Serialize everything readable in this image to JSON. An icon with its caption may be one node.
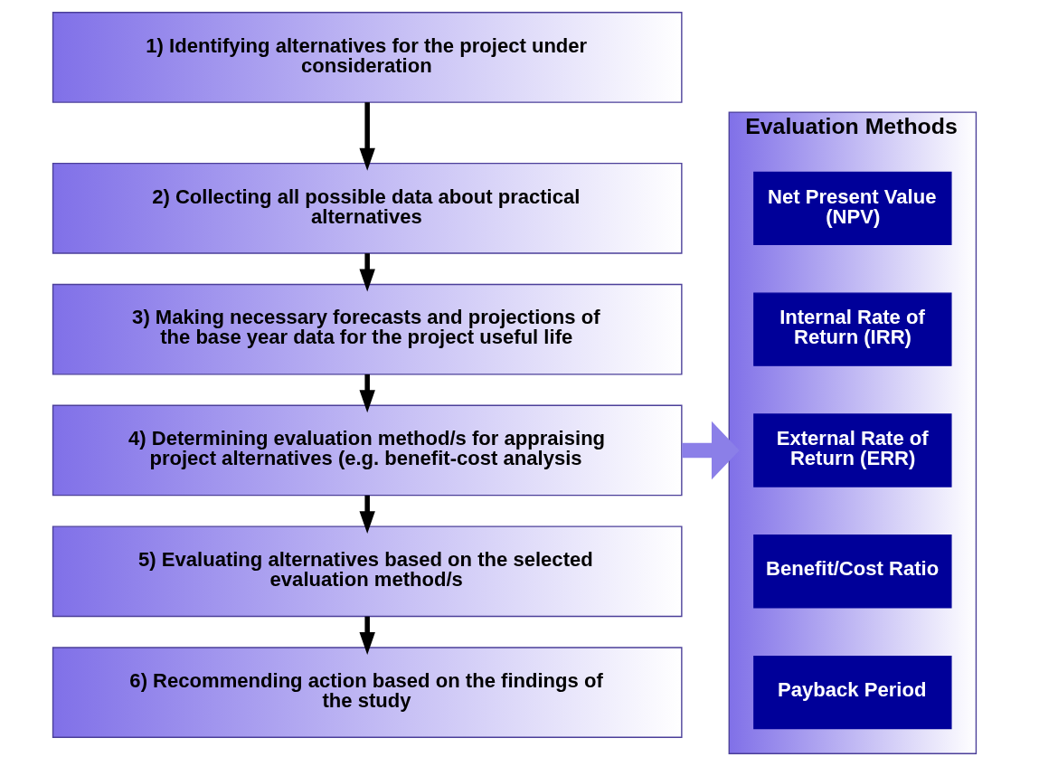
{
  "diagram": {
    "nodes": [
      {
        "text": [
          "1) Identifying alternatives for the project under consideration"
        ]
      },
      {
        "text": [
          "2) Collecting all possible data about practical alternatives"
        ]
      },
      {
        "text": [
          "3) Making necessary forecasts and projections of the base year data for the project useful life"
        ]
      },
      {
        "text": [
          "4) Determining evaluation method/s for appraising project alternatives (e.g. benefit-cost analysis"
        ]
      },
      {
        "text": [
          "5) Evaluating alternatives based on the selected evaluation method/s"
        ]
      },
      {
        "text": [
          "6) Recommending action based on the findings of the study"
        ]
      },
      {
        "text": [
          "Evaluation Methods"
        ]
      },
      {
        "text": [
          "Net Present Value (NPV)"
        ],
        "in": 6
      },
      {
        "text": [
          "Internal Rate of Return (IRR)"
        ],
        "in": 6
      },
      {
        "text": [
          "External Rate of Return (ERR)"
        ],
        "in": 6
      },
      {
        "text": [
          "Benefit/Cost Ratio"
        ],
        "in": 6
      },
      {
        "text": [
          "Payback Period"
        ],
        "in": 6
      }
    ],
    "edges": [
      {
        "from": 0,
        "to": 1,
        "arrow": "to"
      },
      {
        "from": 1,
        "to": 2,
        "arrow": "to"
      },
      {
        "from": 2,
        "to": 3,
        "arrow": "to"
      },
      {
        "from": 3,
        "to": 4,
        "arrow": "to"
      },
      {
        "from": 4,
        "to": 5,
        "arrow": "to"
      },
      {
        "from": 3,
        "to": 6,
        "arrow": "to",
        "style": "thick",
        "color": "#8b7fe8"
      }
    ]
  }
}
